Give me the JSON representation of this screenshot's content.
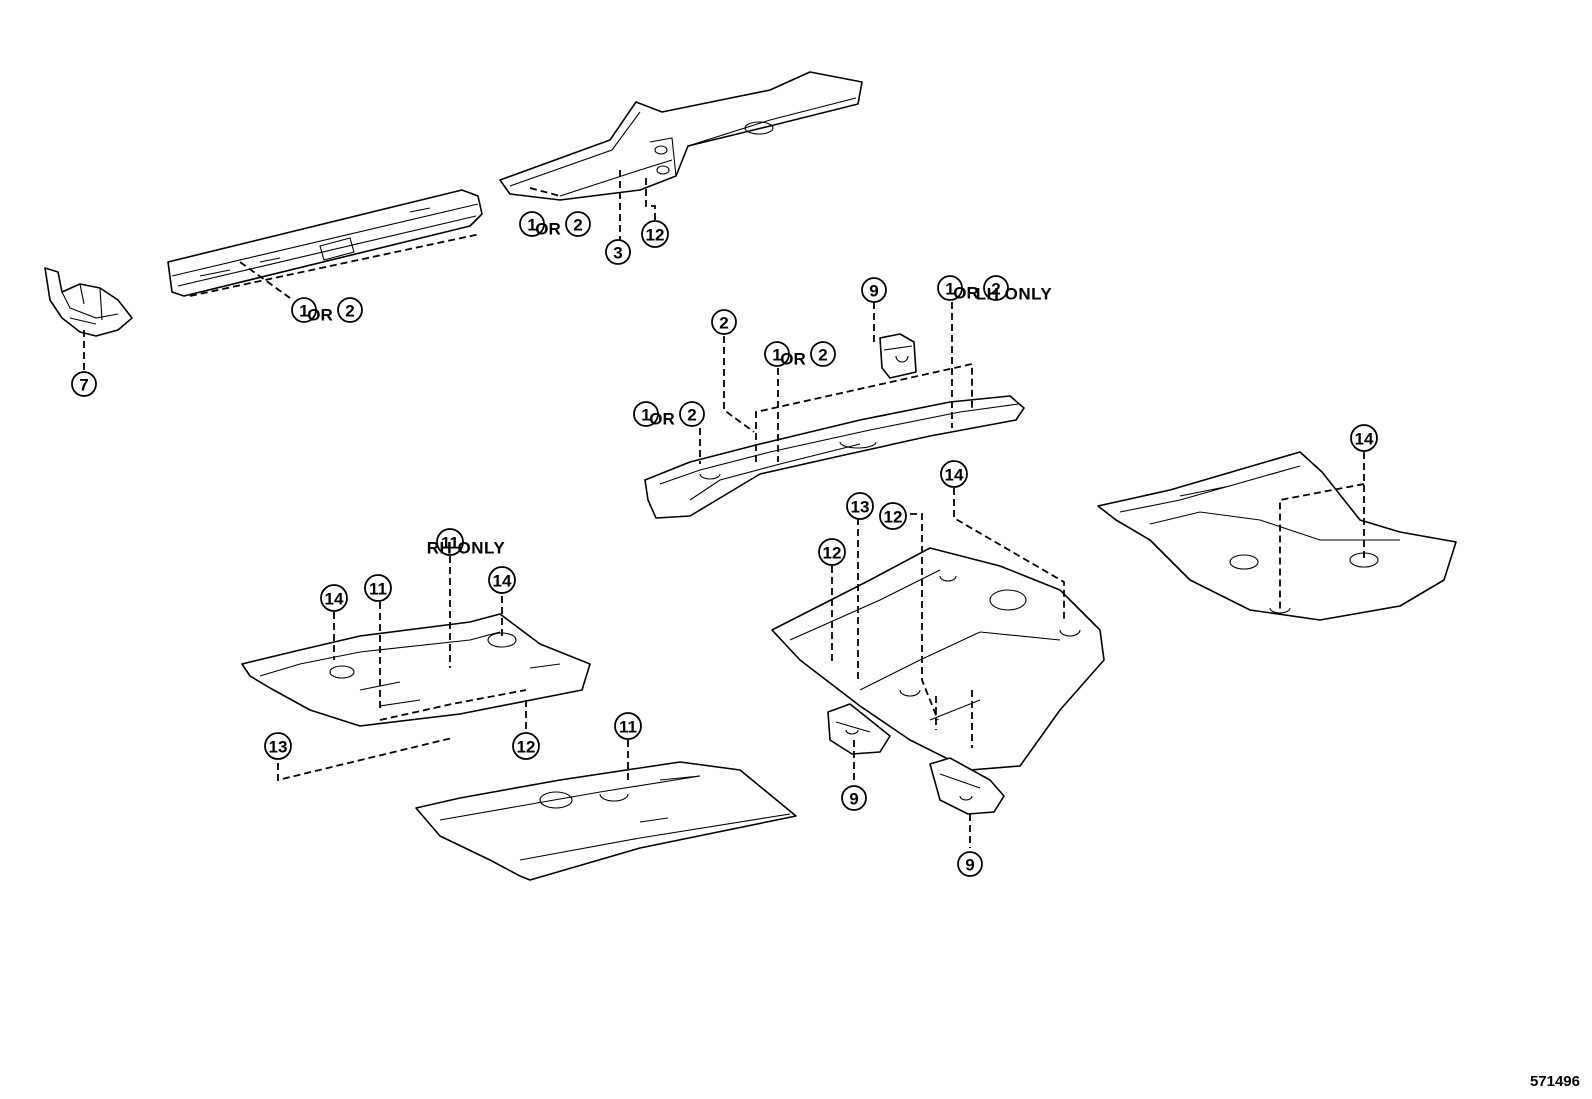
{
  "diagram_id": "571496",
  "or_text": "OR",
  "notes": {
    "lh_only": "LH ONLY",
    "rh_only": "RH ONLY"
  },
  "callouts": {
    "c1": "1",
    "c2": "2",
    "c3": "3",
    "c7": "7",
    "c9": "9",
    "c11": "11",
    "c12": "12",
    "c13": "13",
    "c14": "14"
  }
}
